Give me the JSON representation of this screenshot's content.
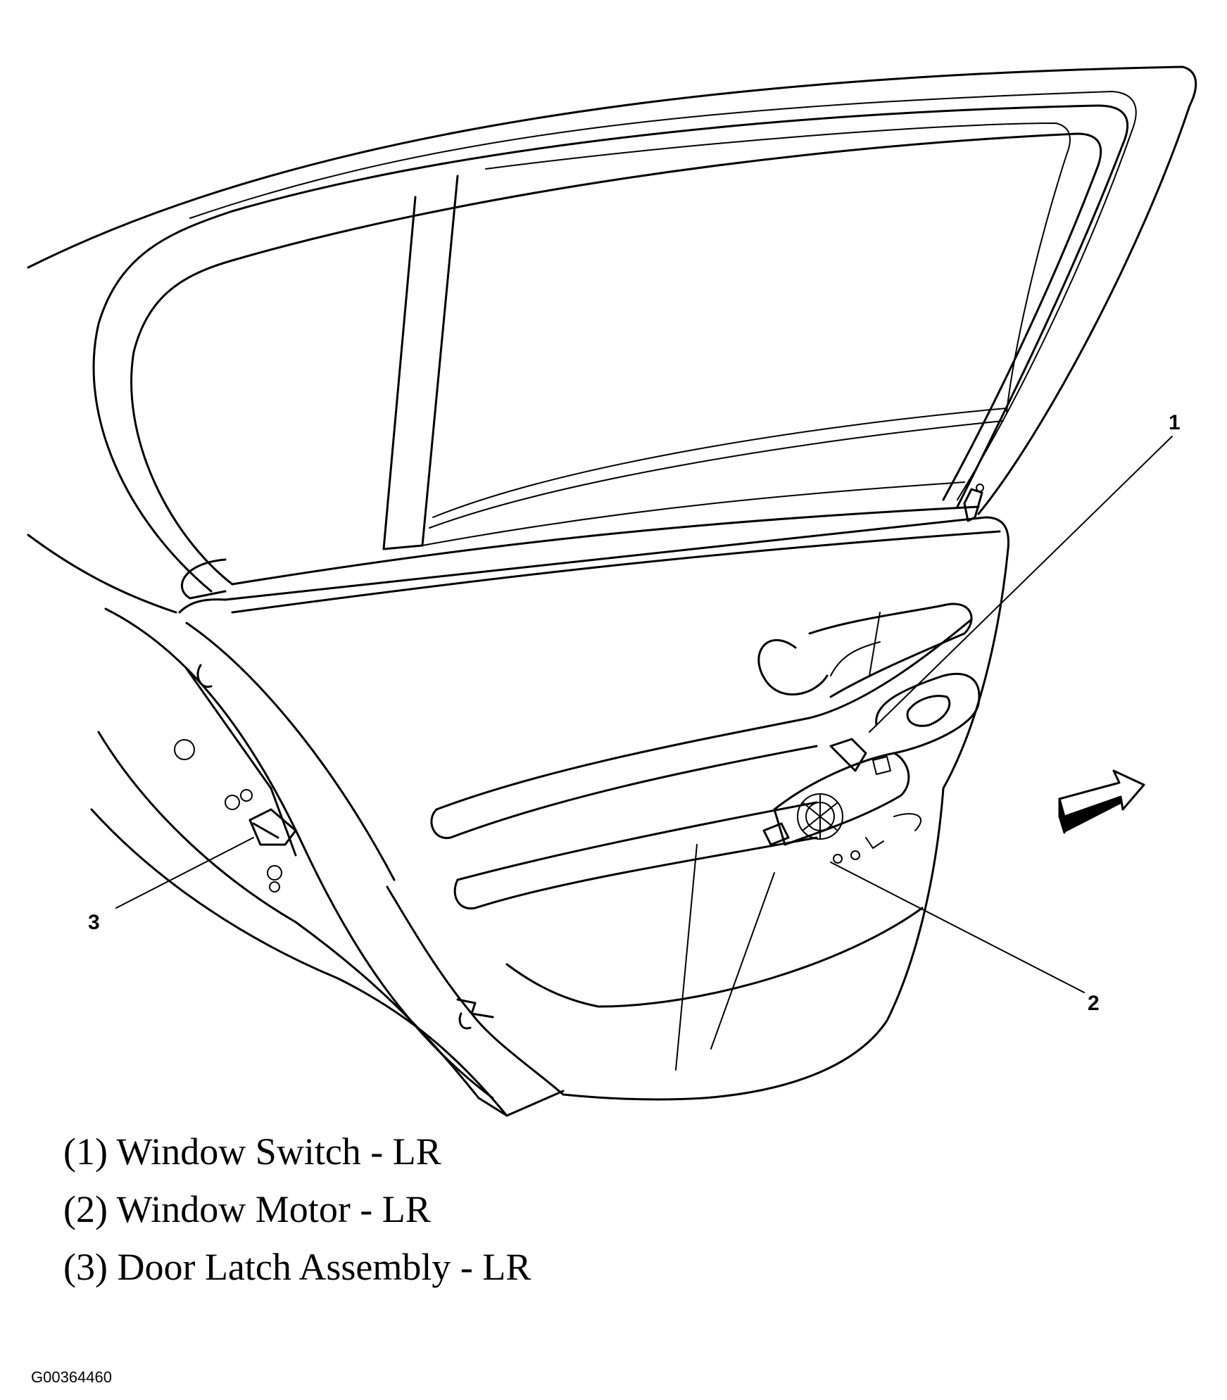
{
  "callouts": {
    "one": "1",
    "two": "2",
    "three": "3"
  },
  "legend": [
    "(1) Window Switch - LR",
    "(2) Window Motor - LR",
    "(3) Door Latch Assembly - LR"
  ],
  "figure_id": "G00364460",
  "line_color": "#000000",
  "background": "#ffffff",
  "icons": {
    "arrow": "front-direction-arrow-icon"
  }
}
